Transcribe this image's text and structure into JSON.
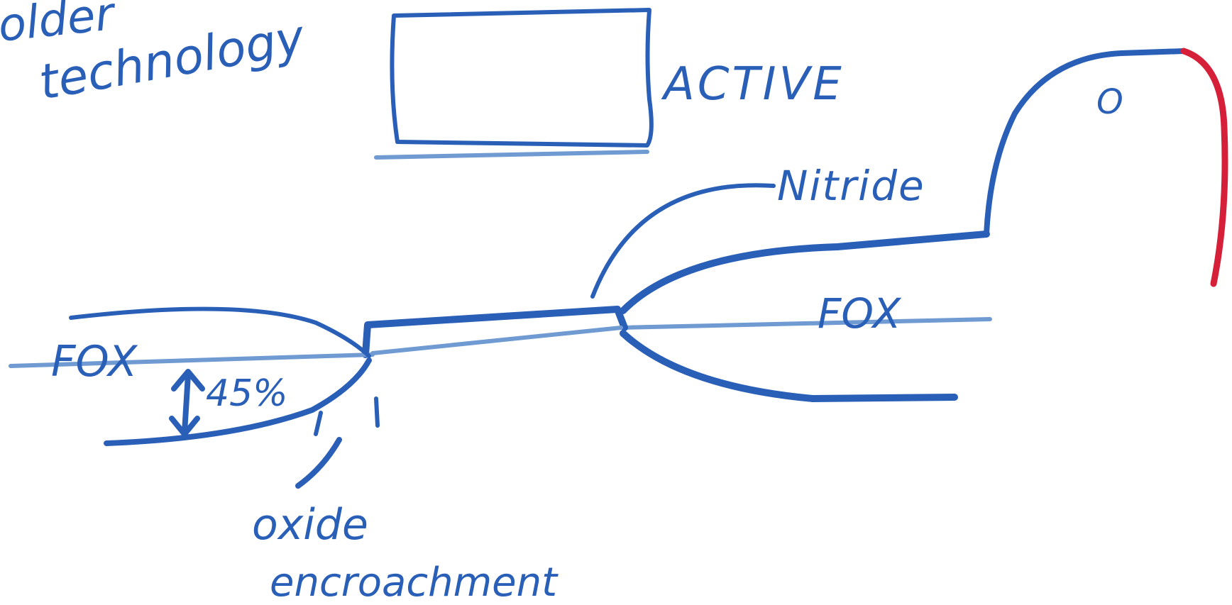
{
  "labels": {
    "title_line1": "older",
    "title_line2": "technology",
    "active": "ACTIVE",
    "nitride": "Nitride",
    "o_mark": "O",
    "fox_right": "FOX",
    "fox_left": "FOX",
    "percent": "45%",
    "oxide_line1": "oxide",
    "oxide_line2": "encroachment"
  },
  "colors": {
    "ink": "#2a5fb8",
    "light_ink": "#6f9ad2",
    "red": "#d6203a",
    "background": "#ffffff"
  }
}
